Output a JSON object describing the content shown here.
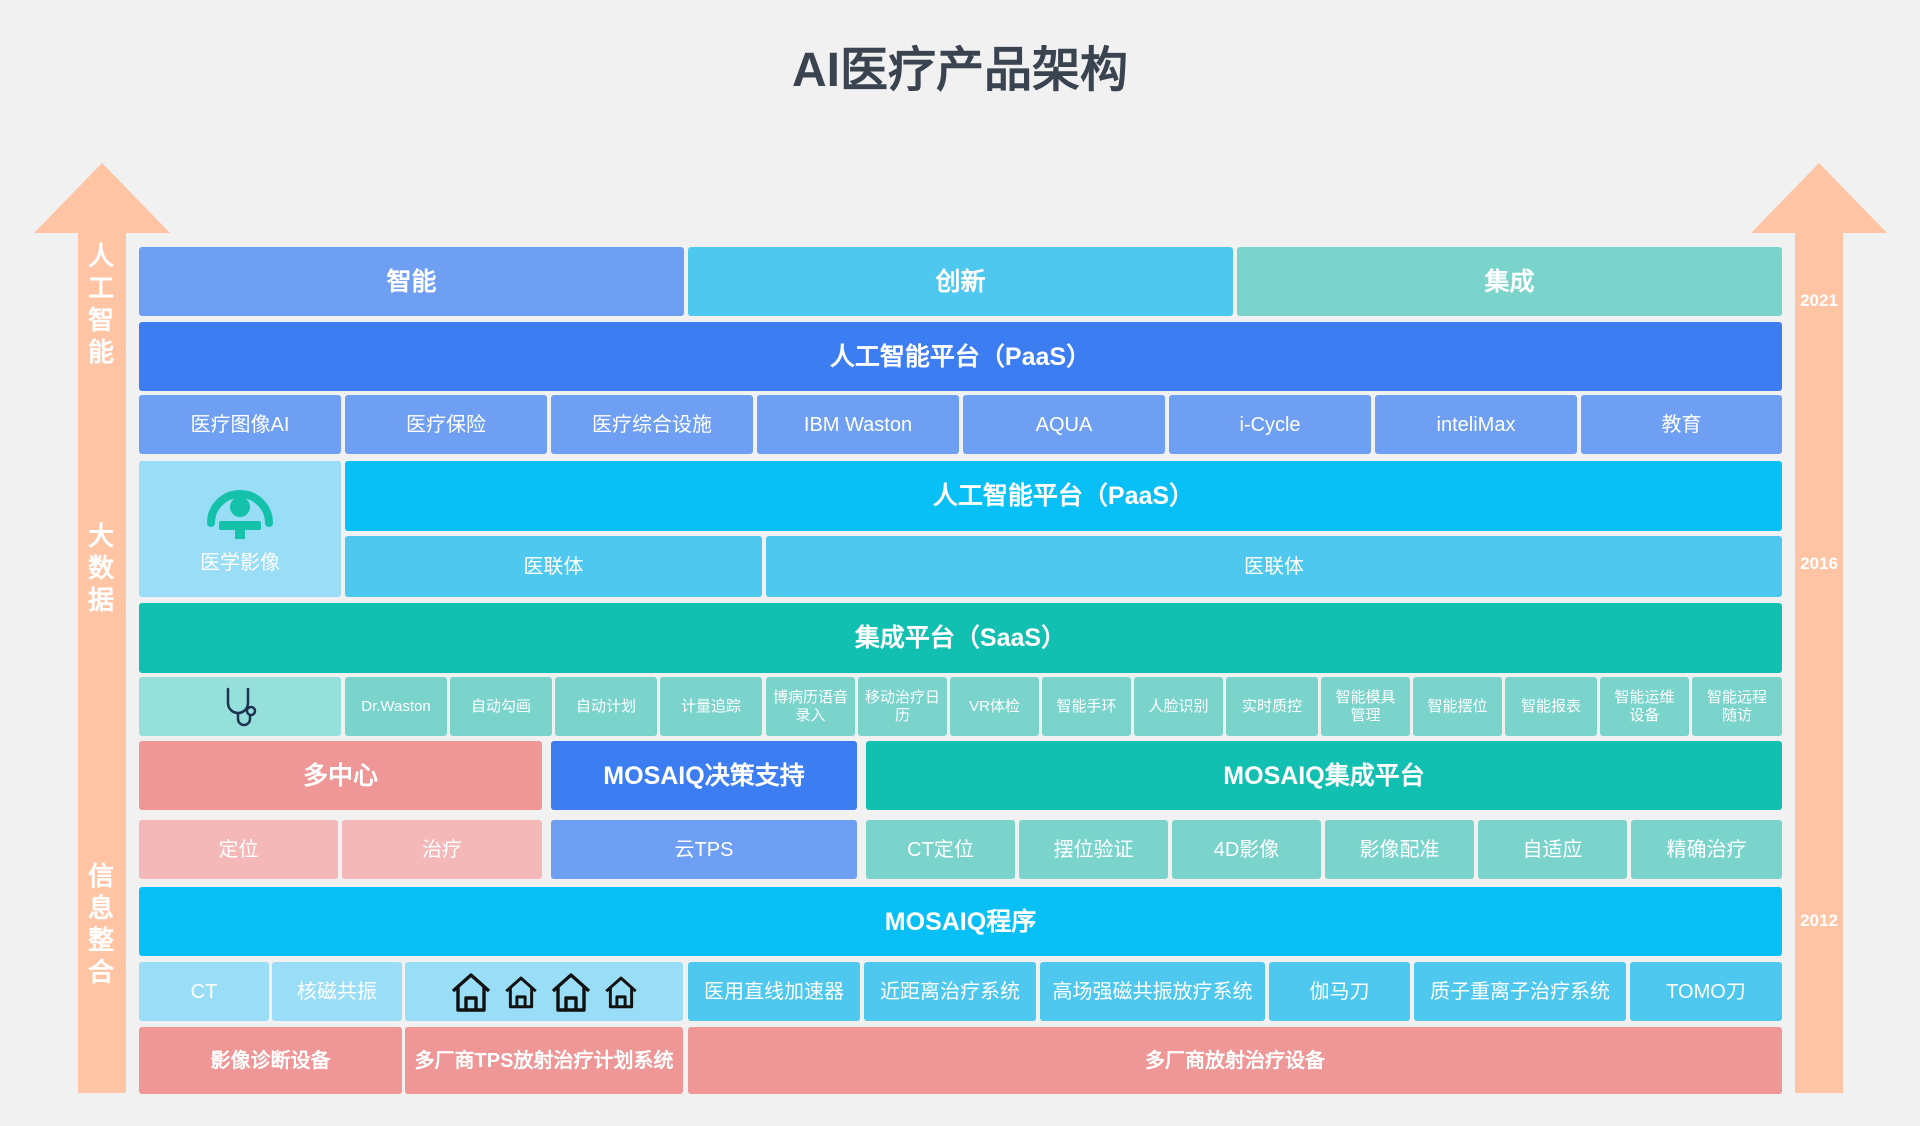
{
  "title": "AI医疗产品架构",
  "left_axis": [
    "人工智能",
    "大数据",
    "信息整合"
  ],
  "right_axis": [
    "2021",
    "2016",
    "2012"
  ],
  "colors": {
    "background": "#f1f1f1",
    "arrow": "#ffc4a3",
    "blue_light": "#6f9ff2",
    "blue_dark": "#3d7df2",
    "cyan": "#4ec8ee",
    "cyan_bright": "#08c0f6",
    "teal": "#7ad4cc",
    "teal_dark": "#11c0b1",
    "red": "#ef9696",
    "pink": "#f4b8b8"
  },
  "row1": [
    "智能",
    "创新",
    "集成"
  ],
  "row2": "人工智能平台（PaaS）",
  "row3": [
    "医疗图像AI",
    "医疗保险",
    "医疗综合设施",
    "IBM Waston",
    "AQUA",
    "i-Cycle",
    "inteliMax",
    "教育"
  ],
  "medical_imaging": {
    "icon": "lamp-icon",
    "label": "医学影像"
  },
  "row4": "人工智能平台（PaaS）",
  "row5": [
    "医联体",
    "医联体"
  ],
  "row6": "集成平台（SaaS）",
  "row7_icon": "stethoscope-icon",
  "row7": [
    "Dr.Waston",
    "自动勾画",
    "自动计划",
    "计量追踪",
    "博病历语音录入",
    "移动治疗日历",
    "VR体检",
    "智能手环",
    "人脸识别",
    "实时质控",
    "智能模具管理",
    "智能摆位",
    "智能报表",
    "智能运维设备",
    "智能远程随访"
  ],
  "row8": [
    "多中心",
    "MOSAIQ决策支持",
    "MOSAIQ集成平台"
  ],
  "row9": [
    "定位",
    "治疗",
    "云TPS",
    "CT定位",
    "摆位验证",
    "4D影像",
    "影像配准",
    "自适应",
    "精确治疗"
  ],
  "row10": "MOSAIQ程序",
  "row11": [
    "CT",
    "核磁共振",
    "医用直线加速器",
    "近距离治疗系统",
    "高场强磁共振放疗系统",
    "伽马刀",
    "质子重离子治疗系统",
    "TOMO刀"
  ],
  "row11_icons": [
    "house-icon",
    "house-icon",
    "house-icon",
    "house-icon"
  ],
  "row12": [
    "影像诊断设备",
    "多厂商TPS放射治疗计划系统",
    "多厂商放射治疗设备"
  ]
}
